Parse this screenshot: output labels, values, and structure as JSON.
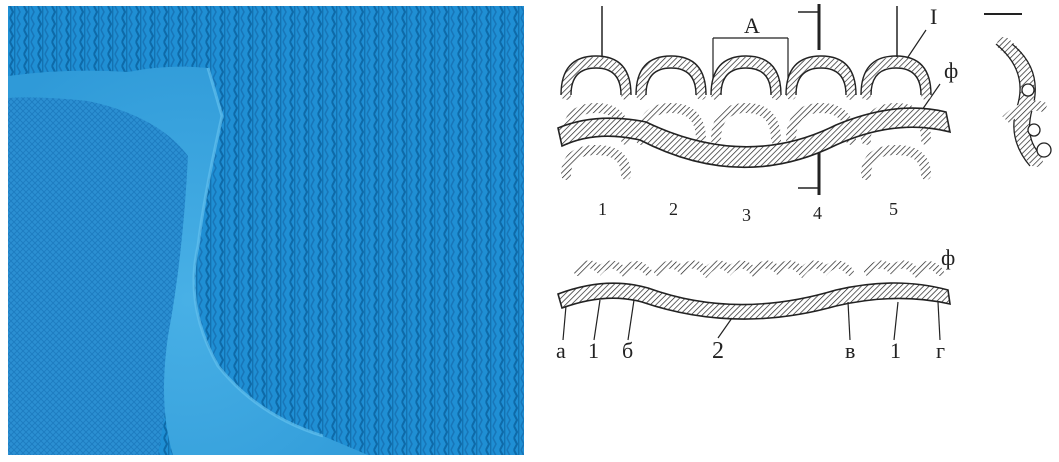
{
  "photo": {
    "colors": {
      "fabric": "#1e90d6",
      "rib_dark": "#0f6fb0",
      "fleece": "#3aa6e0"
    }
  },
  "diagram": {
    "stitch_view": {
      "top_labels": {
        "section_mark": "A",
        "top_right": "I",
        "yarn_label": "ф"
      },
      "column_numbers": [
        "1",
        "2",
        "3",
        "4",
        "5"
      ]
    },
    "cross_section": {
      "yarn_label": "ф",
      "labels": [
        "а",
        "1",
        "б",
        "2",
        "в",
        "1",
        "г"
      ]
    },
    "colors": {
      "ink": "#222222",
      "paper": "#ffffff"
    }
  }
}
